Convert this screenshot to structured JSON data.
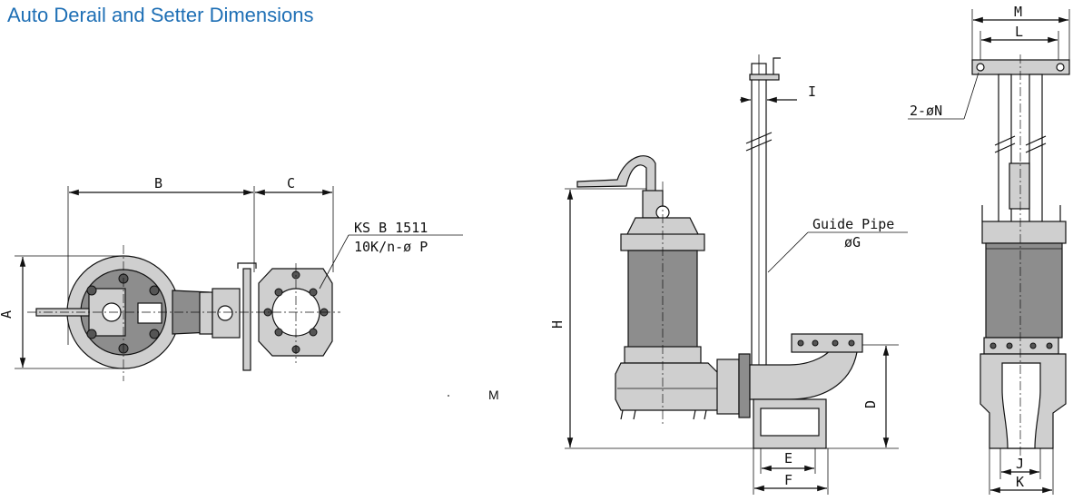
{
  "page": {
    "title": "Auto Derail and Setter Dimensions"
  },
  "labels": {
    "a": "A",
    "b": "B",
    "c": "C",
    "d": "D",
    "e": "E",
    "f": "F",
    "h": "H",
    "i": "I",
    "j": "J",
    "k": "K",
    "l": "L",
    "m_top": "M",
    "m_stray": "M",
    "n_holes": "2-øN",
    "guide_pipe": "Guide Pipe",
    "guide_pipe_dia": "øG",
    "standard": "KS B 1511",
    "flange_spec": "10K/n-ø P"
  }
}
